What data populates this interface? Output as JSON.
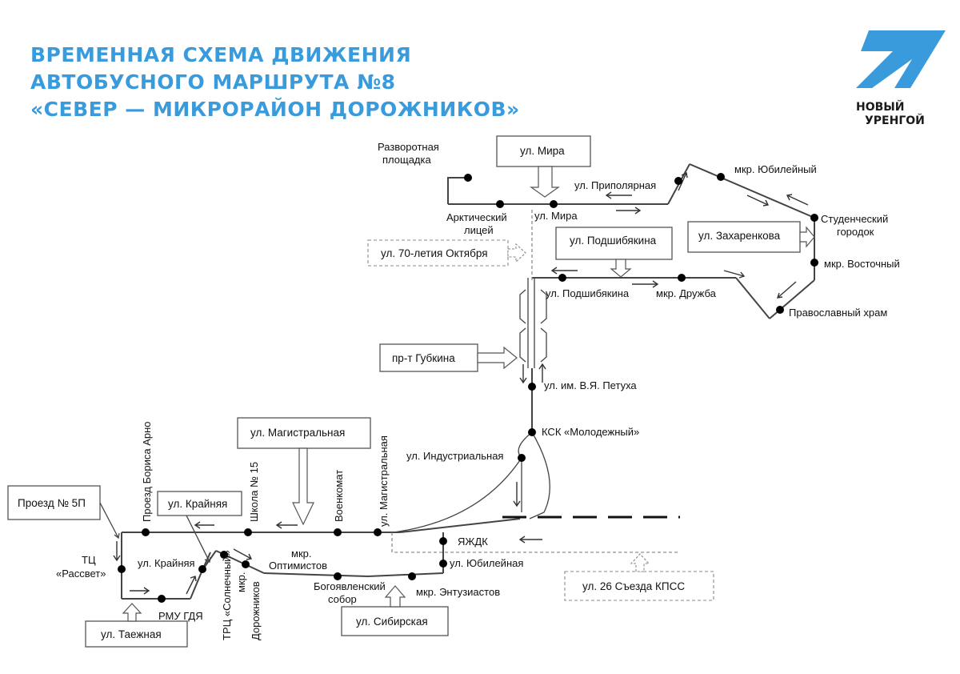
{
  "header": {
    "title_lines": [
      "ВРЕМЕННАЯ СХЕМА ДВИЖЕНИЯ",
      "АВТОБУСНОГО МАРШРУТА №8",
      "«СЕВЕР — МИКРОРАЙОН ДОРОЖНИКОВ»"
    ]
  },
  "logo": {
    "line1": "НОВЫЙ",
    "line2": "УРЕНГОЙ",
    "color": "#3a9bdc"
  },
  "streets_boxes": {
    "mira": "ул. Мира",
    "podshibyakina": "ул. Подшибякина",
    "zakharenkova": "ул. Захаренкова",
    "oktyabrya70": "ул. 70-летия Октября",
    "gubkina": "пр-т Губкина",
    "magistralnaya": "ул. Магистральная",
    "proezd5p": "Проезд № 5П",
    "kraynyaya": "ул. Крайняя",
    "taezhnaya": "ул. Таежная",
    "sibirskaya": "ул. Сибирская",
    "kpss26": "ул. 26 Съезда КПСС"
  },
  "stops": {
    "razvorot_1": "Разворотная",
    "razvorot_2": "площадка",
    "arktich_1": "Арктический",
    "arktich_2": "лицей",
    "mira": "ул. Мира",
    "pripolyarnaya": "ул. Приполярная",
    "yubileyny_mkr": "мкр. Юбилейный",
    "student_1": "Студенческий",
    "student_2": "городок",
    "vostochny": "мкр. Восточный",
    "khram": "Православный храм",
    "podshib_stop": "ул. Подшибякина",
    "druzhba": "мкр. Дружба",
    "petukha": "ул. им. В.Я. Петуха",
    "ksk": "КСК «Молодежный»",
    "industrialnaya": "ул. Индустриальная",
    "yazhdk": "ЯЖДК",
    "yubileynaya": "ул. Юбилейная",
    "entuziastov": "мкр. Энтузиастов",
    "bogoyavl_1": "Богоявленский",
    "bogoyavl_2": "собор",
    "optimistov_1": "мкр.",
    "optimistov_2": "Оптимистов",
    "dorozhnikov_1": "мкр.",
    "dorozhnikov_2": "Дорожников",
    "trc": "ТРЦ «Солнечный»",
    "rmu": "РМУ ГДЯ",
    "kraynyaya_stop": "ул. Крайняя",
    "tc_1": "ТЦ",
    "tc_2": "«Рассвет»",
    "boris_arno": "Проезд Бориса Арно",
    "shkola15": "Школа № 15",
    "voenkomat": "Военкомат",
    "magistr_stop": "ул. Магистральная"
  }
}
